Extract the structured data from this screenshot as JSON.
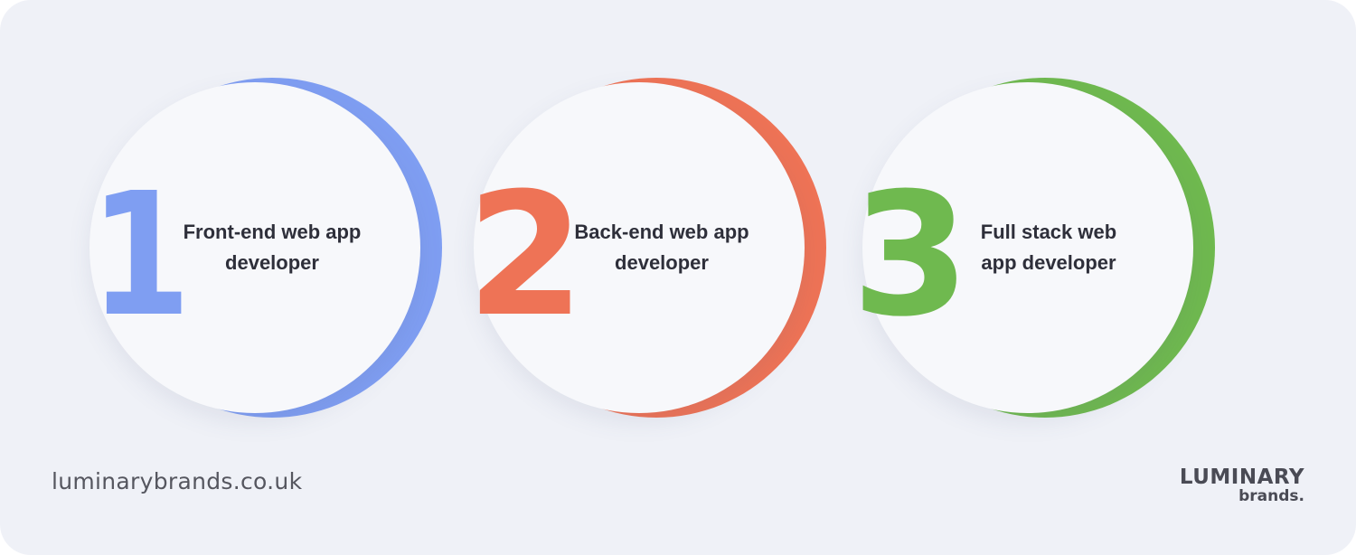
{
  "colors": {
    "background": "#eff1f7",
    "step1_accent": "#7f9ef2",
    "step2_accent": "#ee7356",
    "step3_accent": "#6fb94f",
    "text": "#2e2f3a"
  },
  "steps": [
    {
      "number": "1",
      "label": "Front-end web app\ndeveloper"
    },
    {
      "number": "2",
      "label": "Back-end web app\ndeveloper"
    },
    {
      "number": "3",
      "label": "Full stack web\napp developer"
    }
  ],
  "footer": {
    "website": "luminarybrands.co.uk",
    "logo_word": "LUMINARY",
    "logo_sub": "brands."
  }
}
